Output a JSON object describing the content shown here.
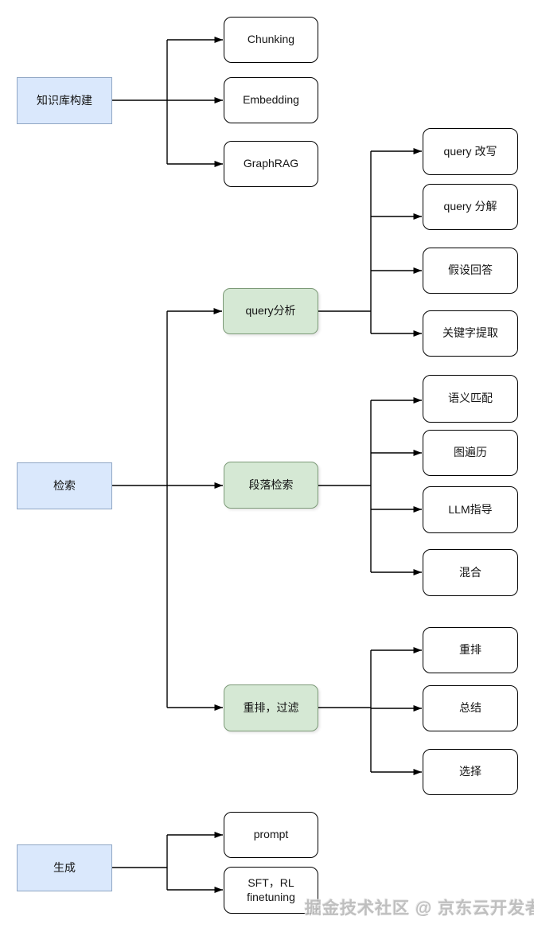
{
  "colors": {
    "blue_fill": "#dae8fc",
    "blue_border": "#8fa6c4",
    "green_fill": "#d5e8d4",
    "green_border": "#7d9a78",
    "leaf_fill": "#ffffff",
    "line": "#000000",
    "watermark": "#b9b9b9"
  },
  "watermark": "掘金技术社区 @ 京东云开发者",
  "sections": [
    {
      "root": {
        "label": "知识库构建"
      },
      "children": [
        {
          "label": "Chunking"
        },
        {
          "label": "Embedding"
        },
        {
          "label": "GraphRAG"
        }
      ]
    },
    {
      "root": {
        "label": "检索"
      },
      "children": [
        {
          "label": "query分析",
          "children": [
            {
              "label": "query 改写"
            },
            {
              "label": "query 分解"
            },
            {
              "label": "假设回答"
            },
            {
              "label": "关键字提取"
            }
          ]
        },
        {
          "label": "段落检索",
          "children": [
            {
              "label": "语义匹配"
            },
            {
              "label": "图遍历"
            },
            {
              "label": "LLM指导"
            },
            {
              "label": "混合"
            }
          ]
        },
        {
          "label": "重排，过滤",
          "children": [
            {
              "label": "重排"
            },
            {
              "label": "总结"
            },
            {
              "label": "选择"
            }
          ]
        }
      ]
    },
    {
      "root": {
        "label": "生成"
      },
      "children": [
        {
          "label": "prompt"
        },
        {
          "label": "SFT，RL finetuning"
        }
      ]
    }
  ]
}
